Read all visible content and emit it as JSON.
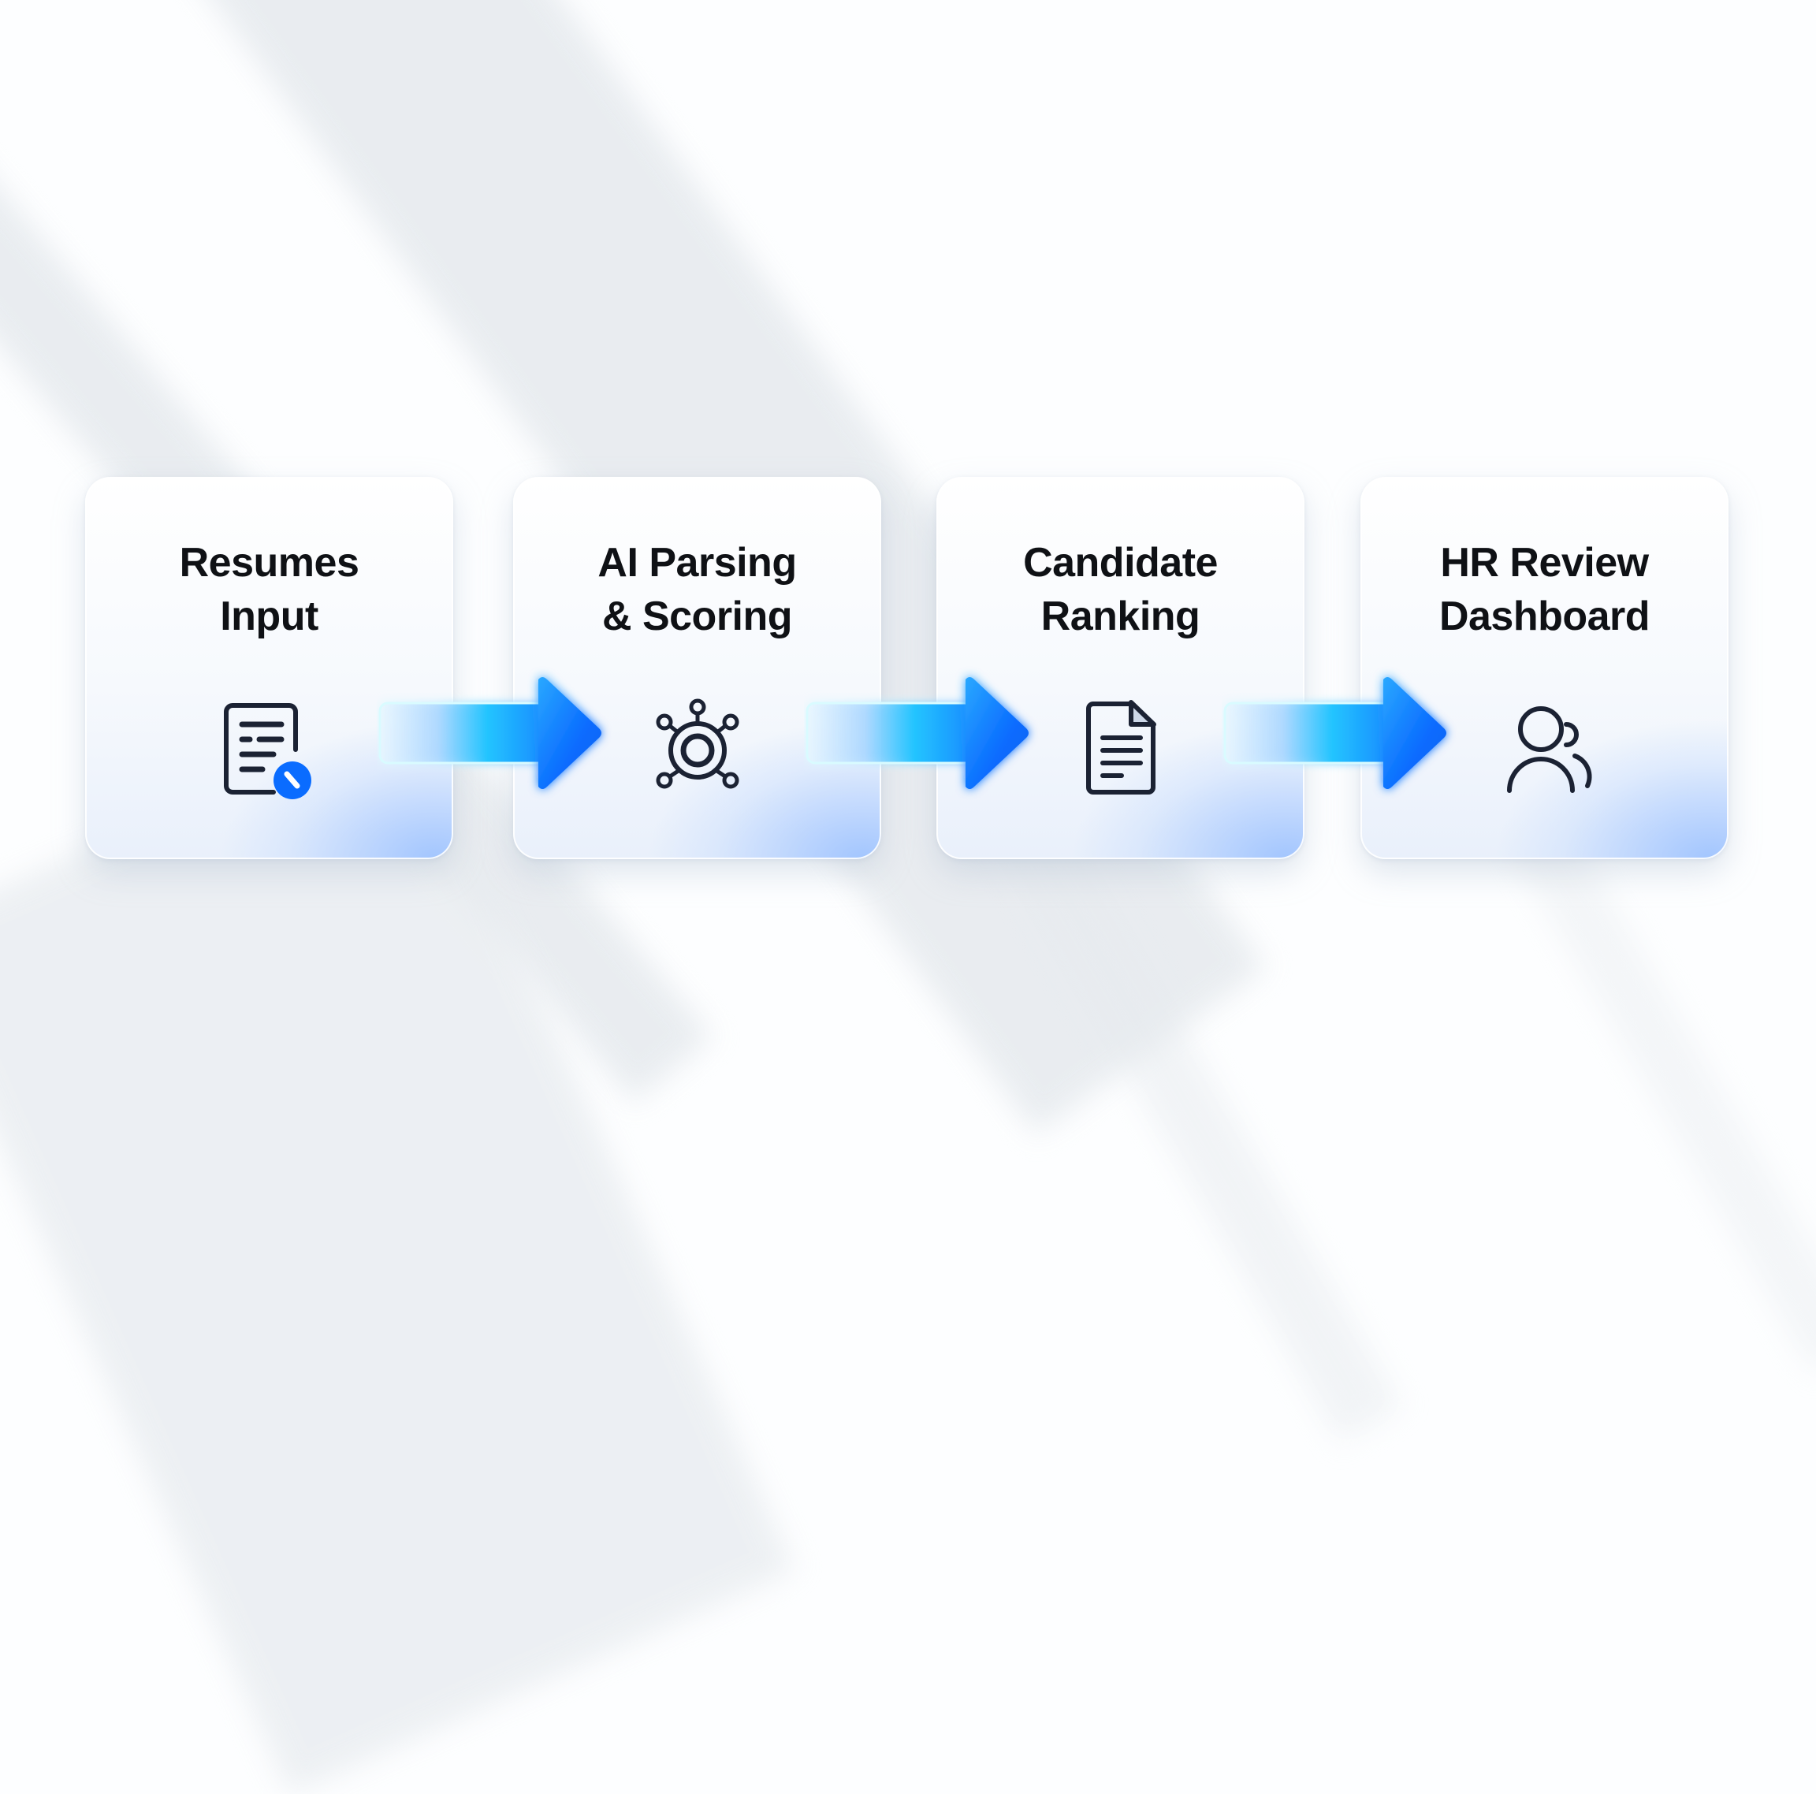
{
  "diagram": {
    "type": "process-flow",
    "direction": "left-to-right",
    "steps": [
      {
        "title_line1": "Resumes",
        "title_line2": "Input",
        "icon": "resume-document-icon"
      },
      {
        "title_line1": "AI Parsing",
        "title_line2": "& Scoring",
        "icon": "ai-network-icon"
      },
      {
        "title_line1": "Candidate",
        "title_line2": "Ranking",
        "icon": "document-list-icon"
      },
      {
        "title_line1": "HR Review",
        "title_line2": "Dashboard",
        "icon": "users-icon"
      }
    ],
    "connectors": [
      {
        "from": 0,
        "to": 1,
        "icon": "arrow-right-icon"
      },
      {
        "from": 1,
        "to": 2,
        "icon": "arrow-right-icon"
      },
      {
        "from": 2,
        "to": 3,
        "icon": "arrow-right-icon"
      }
    ]
  },
  "colors": {
    "text": "#0f1115",
    "icon_stroke": "#1b2233",
    "accent_blue": "#0a6cff",
    "arrow_cyan": "#2ee6ff",
    "card_glow": "#a9c8ff",
    "background": "#fdfeff"
  }
}
